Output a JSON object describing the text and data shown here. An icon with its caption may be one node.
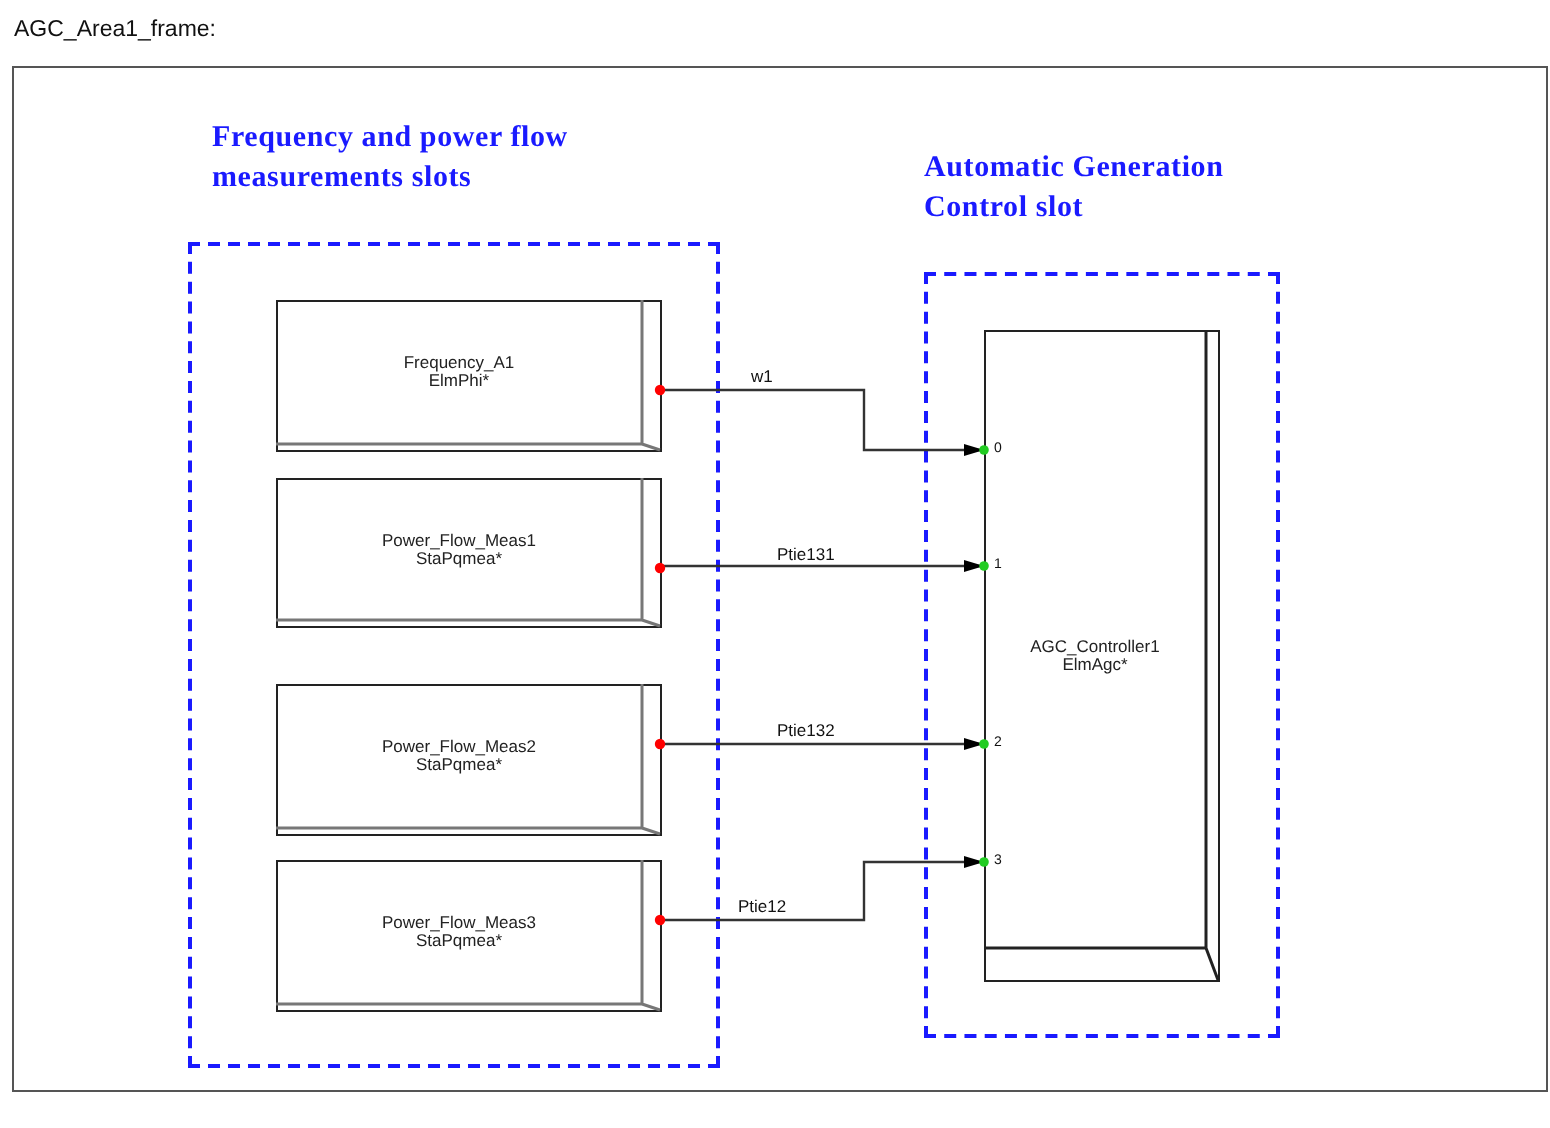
{
  "diagram": {
    "nodes": [
      {
        "text": [
          "AGC_Area1_frame:"
        ]
      },
      {
        "text": [
          "Frequency and power flow measurements slots"
        ],
        "in": 0
      },
      {
        "text": [
          "Frequency_A1",
          "ElmPhi*"
        ],
        "in": 1
      },
      {
        "text": [
          "Power_Flow_Meas1",
          "StaPqmea*"
        ],
        "in": 1
      },
      {
        "text": [
          "Power_Flow_Meas2",
          "StaPqmea*"
        ],
        "in": 1
      },
      {
        "text": [
          "Power_Flow_Meas3",
          "StaPqmea*"
        ],
        "in": 1
      },
      {
        "text": [
          "Automatic Generation Control slot"
        ],
        "in": 0
      },
      {
        "text": [
          "AGC_Controller1",
          "ElmAgc*"
        ],
        "in": 6
      }
    ],
    "edges": [
      {
        "from": 2,
        "to": 7,
        "arrow": "to",
        "label": "w1"
      },
      {
        "from": 3,
        "to": 7,
        "arrow": "to",
        "label": "Ptie131"
      },
      {
        "from": 4,
        "to": 7,
        "arrow": "to",
        "label": "Ptie132"
      },
      {
        "from": 5,
        "to": 7,
        "arrow": "to",
        "label": "Ptie12"
      }
    ],
    "labels": [
      "0",
      "1",
      "2",
      "3"
    ]
  }
}
